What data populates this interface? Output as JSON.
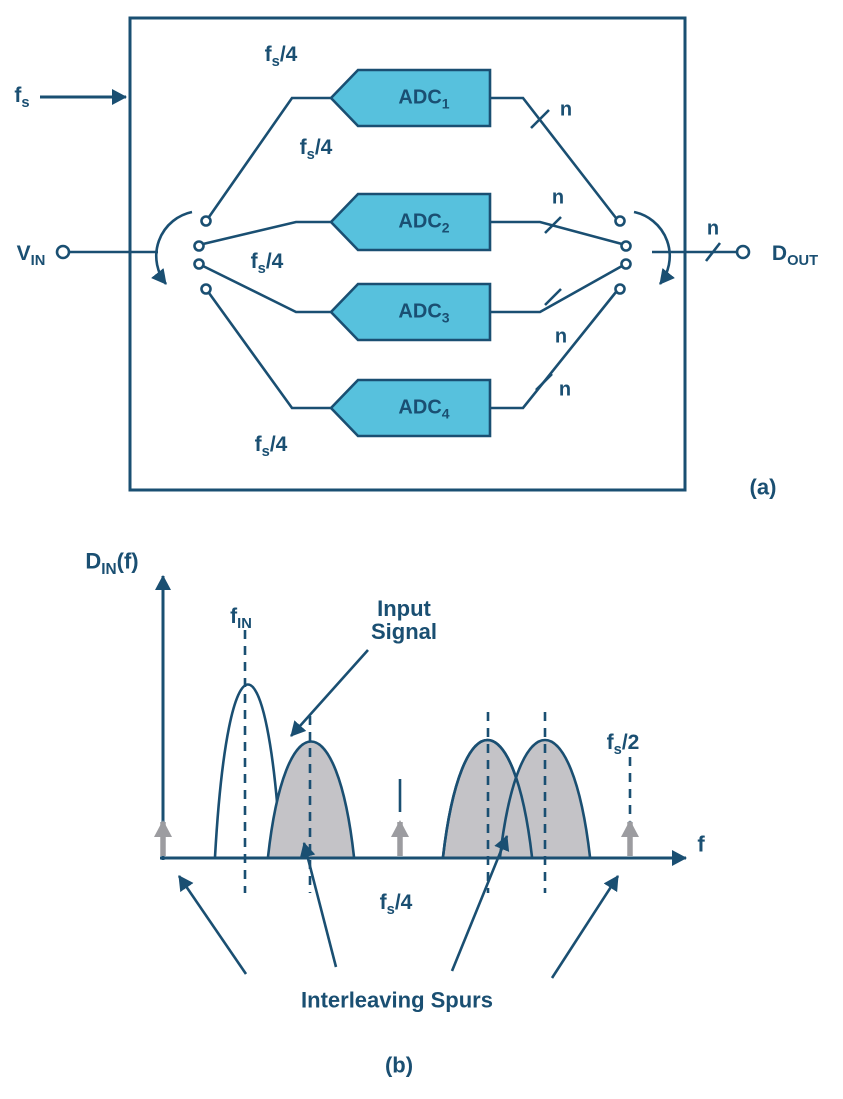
{
  "colors": {
    "line": "#1a4f72",
    "adc_fill": "#57c1dd",
    "spur_fill": "#c4c3c7",
    "gray": "#9c9ca0"
  },
  "panel_a": {
    "caption": "(a)",
    "sample_clock": {
      "base": "f",
      "sub": "s",
      "rest": ""
    },
    "vin": {
      "base": "V",
      "sub": "IN",
      "rest": ""
    },
    "dout": {
      "base": "D",
      "sub": "OUT",
      "rest": ""
    },
    "bus_width": "n",
    "adcs": [
      {
        "label": {
          "base": "ADC",
          "sub": "1"
        },
        "clock": {
          "base": "f",
          "sub": "s",
          "rest": "/4"
        }
      },
      {
        "label": {
          "base": "ADC",
          "sub": "2"
        },
        "clock": {
          "base": "f",
          "sub": "s",
          "rest": "/4"
        }
      },
      {
        "label": {
          "base": "ADC",
          "sub": "3"
        },
        "clock": {
          "base": "f",
          "sub": "s",
          "rest": "/4"
        }
      },
      {
        "label": {
          "base": "ADC",
          "sub": "4"
        },
        "clock": {
          "base": "f",
          "sub": "s",
          "rest": "/4"
        }
      }
    ]
  },
  "panel_b": {
    "caption": "(b)",
    "y_axis_label": {
      "base": "D",
      "sub": "IN",
      "rest": "(f)"
    },
    "x_axis_label": "f",
    "fin_label": {
      "base": "f",
      "sub": "IN",
      "rest": ""
    },
    "fs4_label": {
      "base": "f",
      "sub": "s",
      "rest": "/4"
    },
    "fs2_label": {
      "base": "f",
      "sub": "s",
      "rest": "/2"
    },
    "input_signal_label": "Input Signal",
    "spurs_label": "Interleaving Spurs"
  }
}
